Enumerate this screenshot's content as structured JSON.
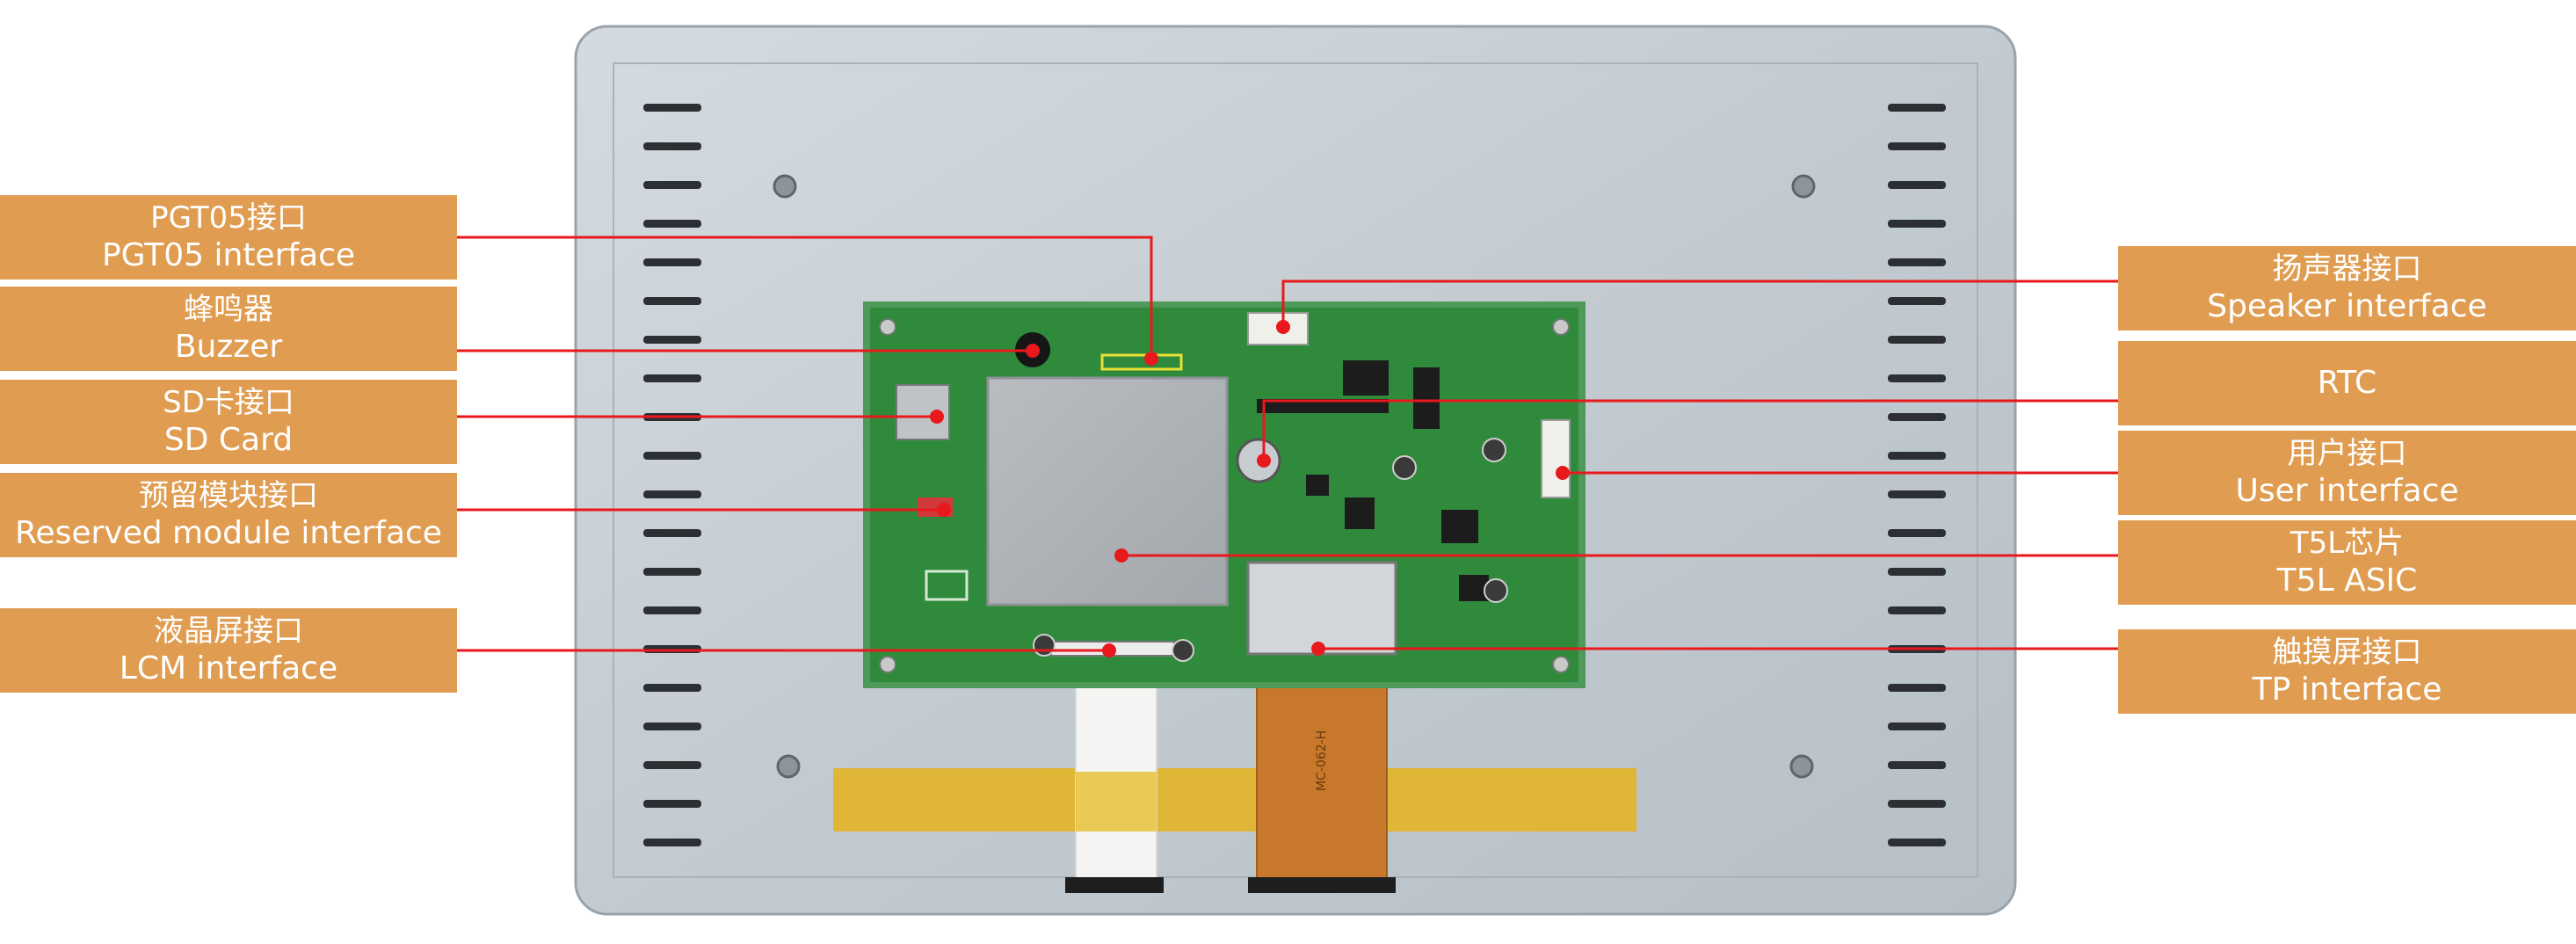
{
  "labels_left": [
    {
      "id": "pgt05",
      "cn": "PGT05接口",
      "en": "PGT05 interface"
    },
    {
      "id": "buzzer",
      "cn": "蜂鸣器",
      "en": "Buzzer"
    },
    {
      "id": "sd",
      "cn": "SD卡接口",
      "en": "SD Card"
    },
    {
      "id": "reserved",
      "cn": "预留模块接口",
      "en": "Reserved module interface"
    },
    {
      "id": "lcm",
      "cn": "液晶屏接口",
      "en": "LCM interface"
    }
  ],
  "labels_right": [
    {
      "id": "speaker",
      "cn": "扬声器接口",
      "en": "Speaker interface"
    },
    {
      "id": "rtc",
      "cn": "",
      "en": "RTC"
    },
    {
      "id": "user",
      "cn": "用户接口",
      "en": "User interface"
    },
    {
      "id": "t5l",
      "cn": "T5L芯片",
      "en": "T5L ASIC"
    },
    {
      "id": "tp",
      "cn": "触摸屏接口",
      "en": "TP interface"
    }
  ],
  "colors": {
    "label_bg": "#e09d52",
    "leader_line": "#e8191c",
    "pcb_green": "#2f8a3c",
    "metal": "#c9d1d7",
    "ffc_copper": "#c8782a",
    "kapton_tape": "#e3b42a"
  },
  "icons": [
    "buzzer-component",
    "sd-card-slot",
    "rtc-coin-cell",
    "metal-shield",
    "ffc-cable"
  ]
}
